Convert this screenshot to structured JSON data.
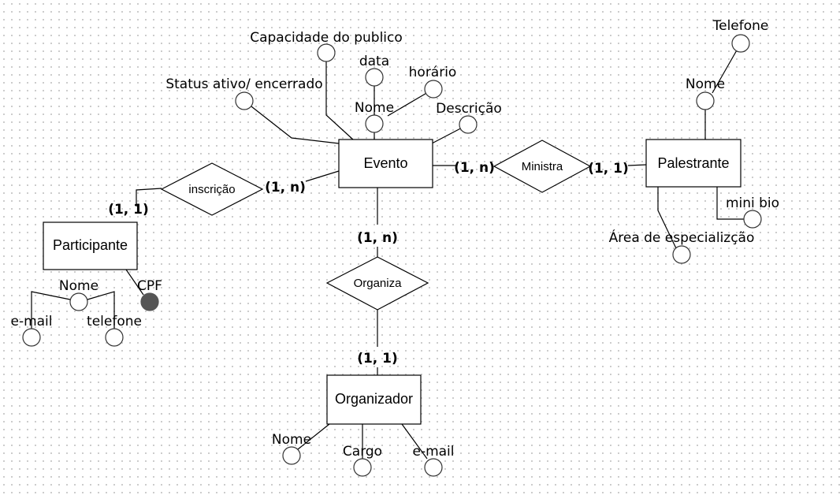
{
  "entities": {
    "evento": "Evento",
    "palestrante": "Palestrante",
    "participante": "Participante",
    "organizador": "Organizador"
  },
  "relationships": {
    "inscricao": "inscrição",
    "ministra": "Ministra",
    "organiza": "Organiza"
  },
  "attributes": {
    "evento": {
      "capacidade": "Capacidade do publico",
      "data": "data",
      "horario": "horário",
      "status": "Status ativo/ encerrado",
      "nome": "Nome",
      "descricao": "Descrição"
    },
    "palestrante": {
      "telefone": "Telefone",
      "nome": "Nome",
      "mini_bio": "mini bio",
      "area": "Área de especializção"
    },
    "participante": {
      "nome": "Nome",
      "cpf": "CPF",
      "email": "e-mail",
      "telefone": "telefone"
    },
    "organizador": {
      "nome": "Nome",
      "cargo": "Cargo",
      "email": "e-mail"
    }
  },
  "cardinalities": {
    "evento_inscricao": "(1, n)",
    "participante_inscricao": "(1, 1)",
    "evento_ministra": "(1, n)",
    "palestrante_ministra": "(1, 1)",
    "evento_organiza": "(1, n)",
    "organizador_organiza": "(1, 1)"
  }
}
